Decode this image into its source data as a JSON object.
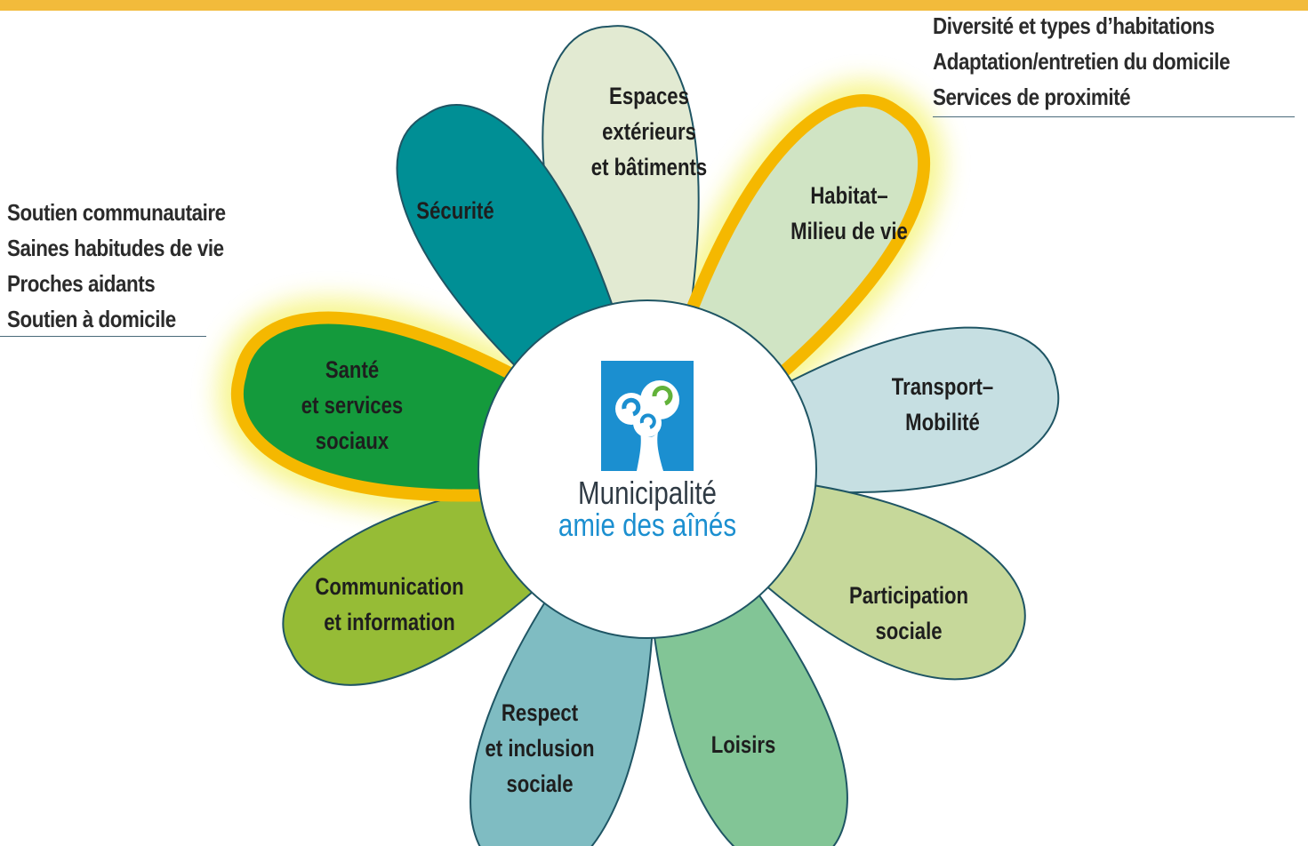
{
  "colors": {
    "top_bar": "#f2bb3b",
    "highlight": "#f5b800",
    "glow": "#f4f36a",
    "center_text": "#2f3a44",
    "center_accent": "#1b8fd0"
  },
  "center": {
    "line1": "Municipalité",
    "line2": "amie des aînés",
    "logo_icon": "tree-logo-icon"
  },
  "petals": [
    {
      "id": "espaces",
      "lines": [
        "Espaces",
        "extérieurs",
        "et bâtiments"
      ],
      "color": "#e2ead2",
      "highlighted": false
    },
    {
      "id": "habitat",
      "lines": [
        "Habitat–",
        "Milieu de vie"
      ],
      "color": "#d0e4c4",
      "highlighted": true
    },
    {
      "id": "transport",
      "lines": [
        "Transport–",
        "Mobilité"
      ],
      "color": "#c6dfe2",
      "highlighted": false
    },
    {
      "id": "participation",
      "lines": [
        "Participation",
        "sociale"
      ],
      "color": "#c6d89a",
      "highlighted": false
    },
    {
      "id": "loisirs",
      "lines": [
        "Loisirs"
      ],
      "color": "#82c596",
      "highlighted": false
    },
    {
      "id": "respect",
      "lines": [
        "Respect",
        "et inclusion",
        "sociale"
      ],
      "color": "#7fbcc2",
      "highlighted": false
    },
    {
      "id": "communication",
      "lines": [
        "Communication",
        "et information"
      ],
      "color": "#96bc36",
      "highlighted": false
    },
    {
      "id": "sante",
      "lines": [
        "Santé",
        "et services",
        "sociaux"
      ],
      "color": "#149a3c",
      "highlighted": true
    },
    {
      "id": "securite",
      "lines": [
        "Sécurité"
      ],
      "color": "#008f95",
      "highlighted": false
    }
  ],
  "notes": {
    "habitat": [
      "Diversité et types d’habitations",
      "Adaptation/entretien du domicile",
      "Services de proximité"
    ],
    "sante": [
      "Soutien communautaire",
      "Saines habitudes de vie",
      "Proches aidants",
      "Soutien à domicile"
    ]
  }
}
